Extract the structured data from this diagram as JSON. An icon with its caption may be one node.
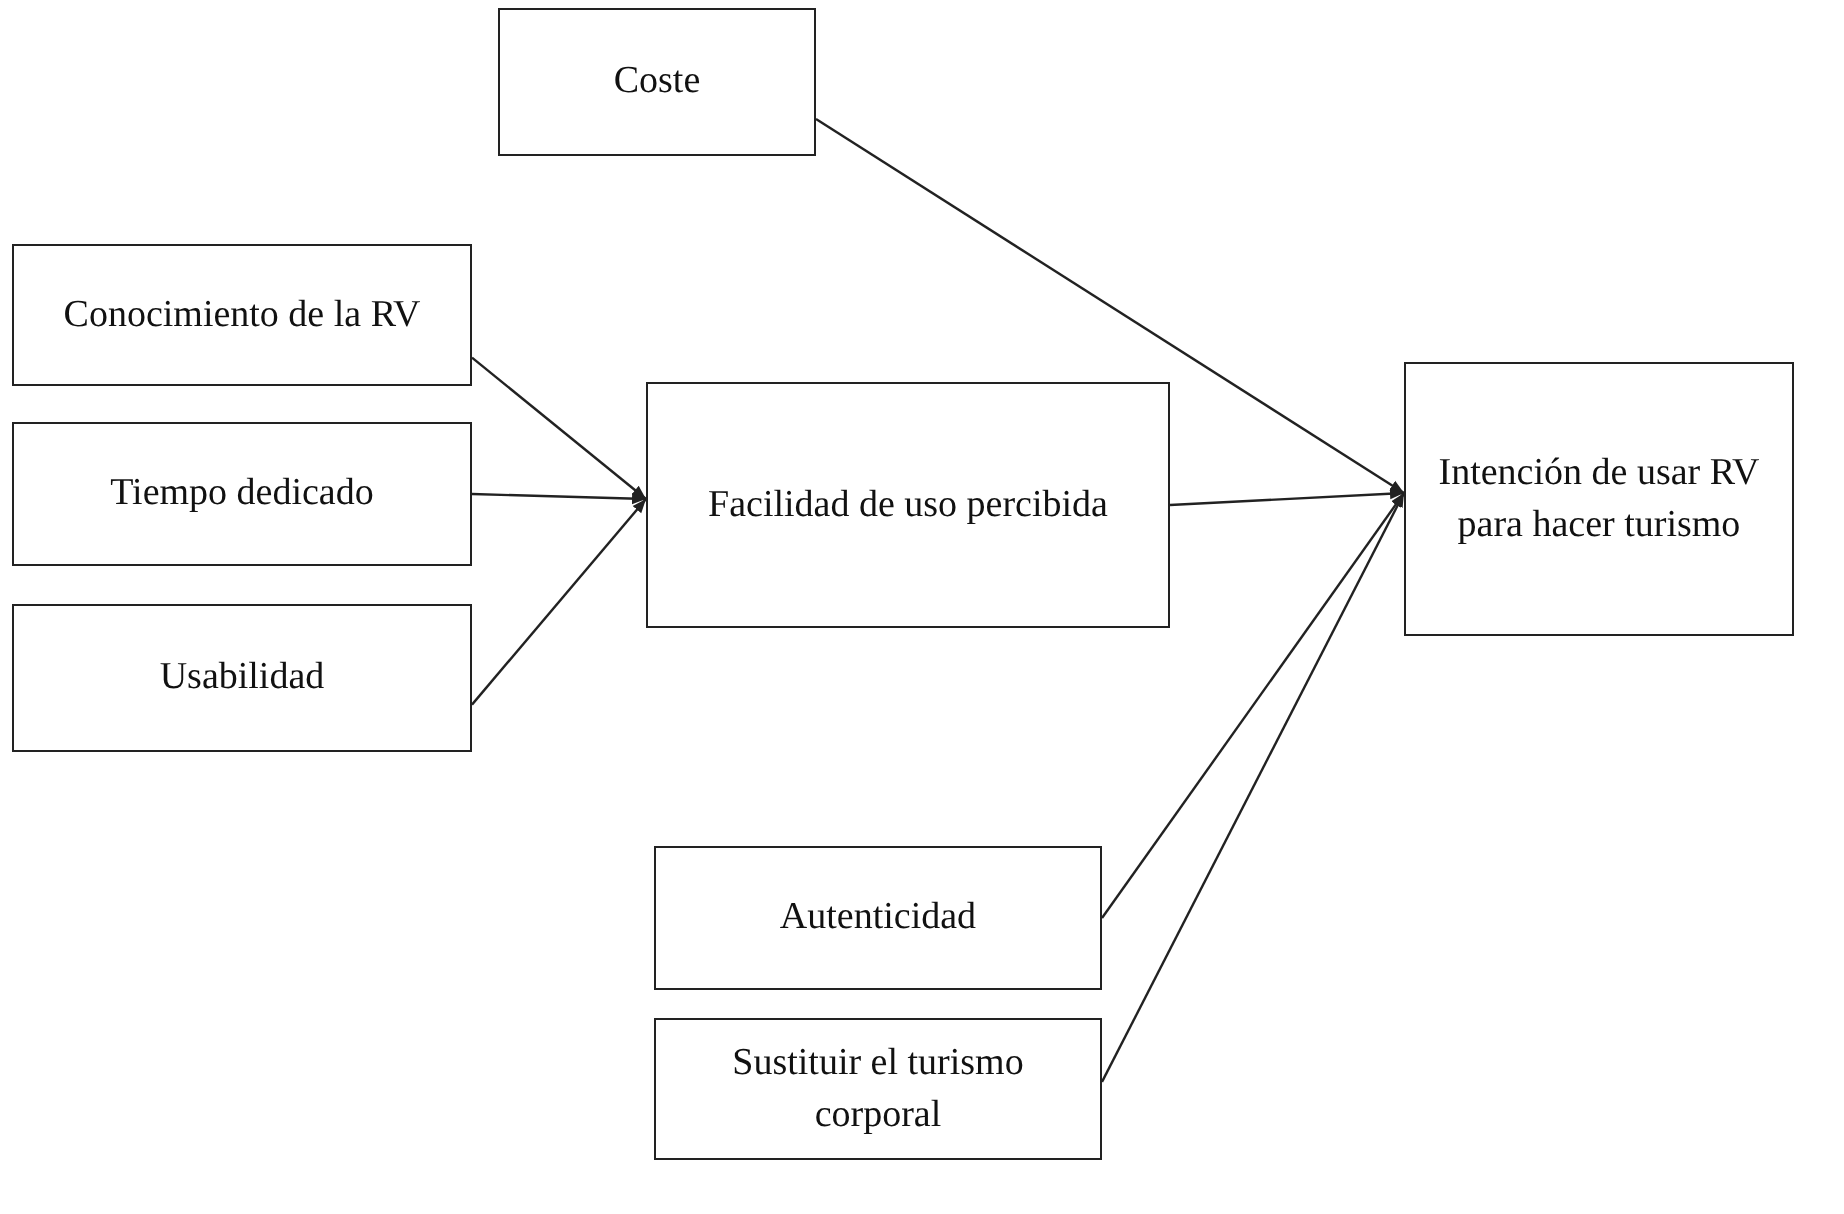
{
  "diagram": {
    "nodes": [
      {
        "text": [
          "Coste"
        ]
      },
      {
        "text": [
          "Conocimiento de la RV"
        ]
      },
      {
        "text": [
          "Tiempo dedicado"
        ]
      },
      {
        "text": [
          "Usabilidad"
        ]
      },
      {
        "text": [
          "Facilidad de uso percibida"
        ]
      },
      {
        "text": [
          "Intención de usar RV para hacer turismo"
        ]
      },
      {
        "text": [
          "Autenticidad"
        ]
      },
      {
        "text": [
          "Sustituir el turismo corporal"
        ]
      }
    ],
    "edges": [
      {
        "from": 1,
        "to": 4,
        "arrow": "to"
      },
      {
        "from": 2,
        "to": 4,
        "arrow": "to"
      },
      {
        "from": 3,
        "to": 4,
        "arrow": "to"
      },
      {
        "from": 0,
        "to": 5,
        "arrow": "to"
      },
      {
        "from": 4,
        "to": 5,
        "arrow": "to"
      },
      {
        "from": 6,
        "to": 5,
        "arrow": "to"
      },
      {
        "from": 7,
        "to": 5,
        "arrow": "to"
      }
    ]
  }
}
